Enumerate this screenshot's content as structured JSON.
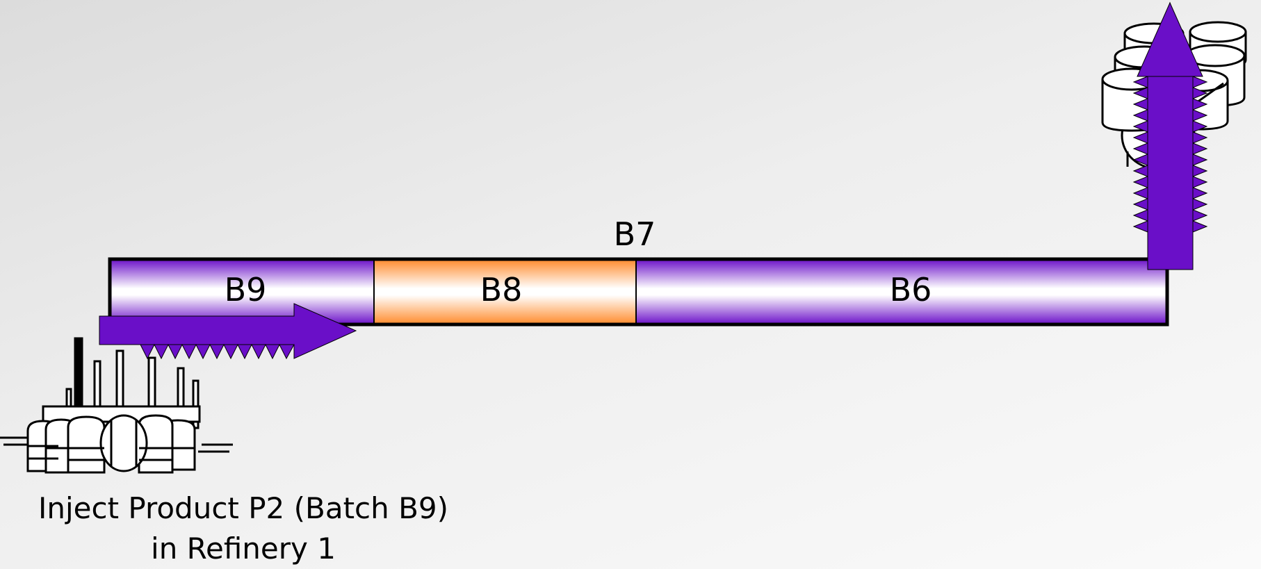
{
  "pipeline": {
    "segments": [
      {
        "label": "B9",
        "color": "#6a0fc8"
      },
      {
        "label": "B8",
        "color": "#ff8a2a"
      },
      {
        "label": "B6",
        "color": "#6a0fc8"
      }
    ],
    "interface_label": "B7"
  },
  "caption": {
    "line1": "Inject Product P2 (Batch B9)",
    "line2": "in Refinery 1"
  },
  "colors": {
    "product_purple": "#6a0fc8",
    "product_orange": "#ff8a2a"
  },
  "icons": {
    "refinery": "refinery-icon",
    "depot": "storage-tanks-icon"
  }
}
